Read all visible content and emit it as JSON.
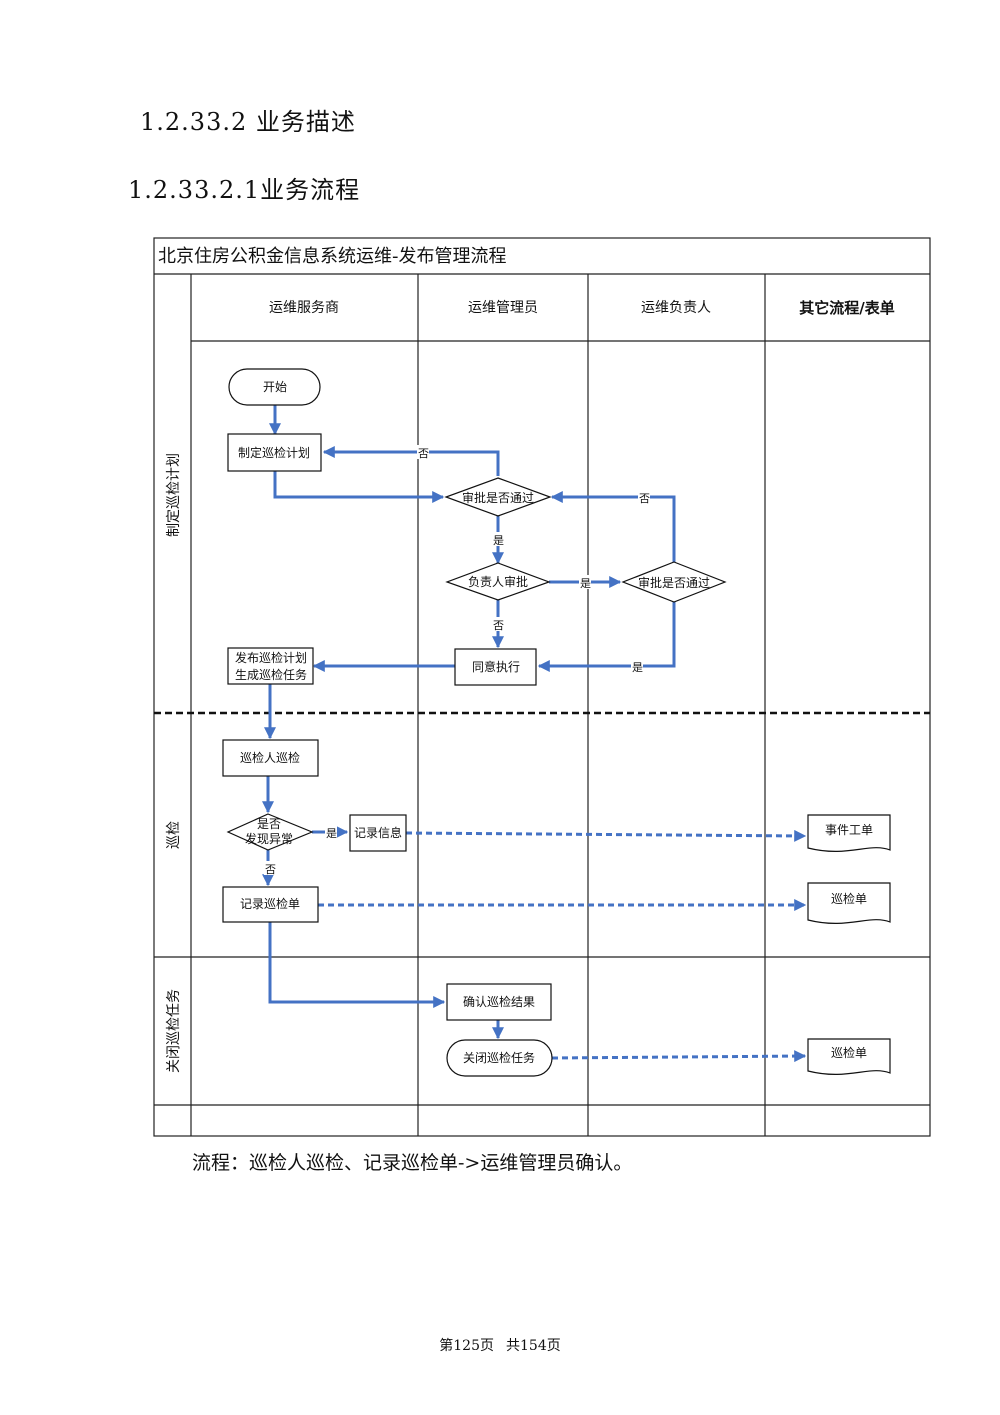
{
  "headings": {
    "h1": "1.2.33.2  业务描述",
    "h2": "1.2.33.2.1业务流程"
  },
  "diagram": {
    "title": "北京住房公积金信息系统运维-发布管理流程",
    "columns": [
      "运维服务商",
      "运维管理员",
      "运维负责人",
      "其它流程/表单"
    ],
    "lanes": [
      "制定巡检计划",
      "巡检",
      "关闭巡检任务"
    ],
    "nodes": {
      "start": "开始",
      "make_plan": "制定巡检计划",
      "review1": "审批是否通过",
      "owner_review": "负责人审批",
      "review2": "审批是否通过",
      "agree": "同意执行",
      "publish_line1": "发布巡检计划",
      "publish_line2": "生成巡检任务",
      "inspector": "巡检人巡检",
      "found_line1": "是否",
      "found_line2": "发现异常",
      "record_info": "记录信息",
      "event_ticket": "事件工单",
      "record_sheet": "记录巡检单",
      "sheet1": "巡检单",
      "confirm": "确认巡检结果",
      "close_task": "关闭巡检任务",
      "sheet2": "巡检单"
    },
    "edge_labels": {
      "no": "否",
      "yes": "是"
    }
  },
  "caption": "流程：巡检人巡检、记录巡检单->运维管理员确认。",
  "footer": {
    "page": "第125页",
    "total": "共154页"
  },
  "colors": {
    "flow": "#4472c4",
    "border": "#111111"
  }
}
